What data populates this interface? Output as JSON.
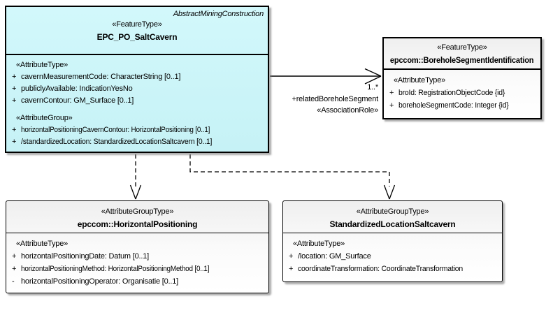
{
  "diagram": {
    "classes": {
      "salt_cavern": {
        "parent": "AbstractMiningConstruction",
        "stereotype": "«FeatureType»",
        "name": "EPC_PO_SaltCavern",
        "sections": [
          {
            "heading": "«AttributeType»",
            "rows": [
              {
                "vis": "+",
                "text": "cavernMeasurementCode: CharacterString [0..1]"
              },
              {
                "vis": "+",
                "text": "publiclyAvailable: IndicationYesNo"
              },
              {
                "vis": "+",
                "text": "cavernContour: GM_Surface [0..1]"
              }
            ]
          },
          {
            "heading": "«AttributeGroup»",
            "rows": [
              {
                "vis": "+",
                "text": "horizontalPositioningCavernContour: HorizontalPositioning [0..1]"
              },
              {
                "vis": "+",
                "text": "/standardizedLocation: StandardizedLocationSaltcavern [0..1]"
              }
            ]
          }
        ]
      },
      "borehole_segment": {
        "stereotype": "«FeatureType»",
        "name": "epccom::BoreholeSegmentIdentification",
        "sections": [
          {
            "heading": "«AttributeType»",
            "rows": [
              {
                "vis": "+",
                "text": "broId: RegistrationObjectCode {id}"
              },
              {
                "vis": "+",
                "text": "boreholeSegmentCode: Integer {id}"
              }
            ]
          }
        ]
      },
      "horizontal_positioning": {
        "stereotype": "«AttributeGroupType»",
        "name": "epccom::HorizontalPositioning",
        "sections": [
          {
            "heading": "«AttributeType»",
            "rows": [
              {
                "vis": "+",
                "text": "horizontalPositioningDate: Datum [0..1]"
              },
              {
                "vis": "+",
                "text": "horizontalPositioningMethod: HorizontalPositioningMethod [0..1]"
              },
              {
                "vis": "-",
                "text": "horizontalPositioningOperator: Organisatie [0..1]"
              }
            ]
          }
        ]
      },
      "standardized_location": {
        "stereotype": "«AttributeGroupType»",
        "name": "StandardizedLocationSaltcavern",
        "sections": [
          {
            "heading": "«AttributeType»",
            "rows": [
              {
                "vis": "+",
                "text": "/location: GM_Surface"
              },
              {
                "vis": "+",
                "text": "coordinateTransformation: CoordinateTransformation"
              }
            ]
          }
        ]
      }
    },
    "connectors": {
      "association": {
        "multiplicity": "1..*",
        "role": "+relatedBoreholeSegment",
        "stereotype": "«AssociationRole»"
      }
    },
    "colors": {
      "cavern_fill": "#c9f4f7",
      "box_fill": "#efefef",
      "border": "#000000",
      "shadow": "#828282",
      "background": "#ffffff"
    }
  }
}
